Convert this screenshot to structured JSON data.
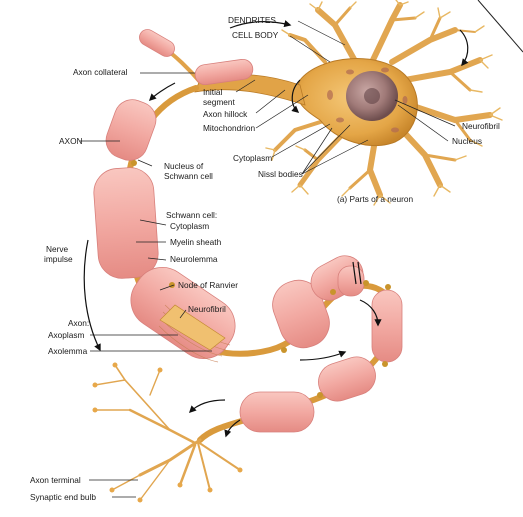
{
  "labels": {
    "dendrites": "DENDRITES",
    "cell_body": "CELL BODY",
    "axon_collateral": "Axon collateral",
    "initial_segment_1": "Initial",
    "initial_segment_2": "segment",
    "axon_hillock": "Axon hillock",
    "mitochondrion": "Mitochondrion",
    "neurofibril_top": "Neurofibril",
    "nucleus": "Nucleus",
    "axon": "AXON",
    "nucleus_schwann_1": "Nucleus of",
    "nucleus_schwann_2": "Schwann cell",
    "cytoplasm_body": "Cytoplasm",
    "nissl_bodies": "Nissl bodies",
    "caption": "(a) Parts of a neuron",
    "schwann_cell": "Schwann cell:",
    "schwann_cytoplasm": "Cytoplasm",
    "myelin_sheath": "Myelin sheath",
    "neurolemma": "Neurolemma",
    "nerve_impulse_1": "Nerve",
    "nerve_impulse_2": "impulse",
    "node_of_ranvier": "Node of Ranvier",
    "neurofibril_axon": "Neurofibril",
    "axon_heading": "Axon:",
    "axoplasm": "Axoplasm",
    "axolemma": "Axolemma",
    "axon_terminal": "Axon terminal",
    "synaptic_end_bulb": "Synaptic end bulb"
  },
  "colors": {
    "cell_body": "#e4a647",
    "dendrite": "#e9b25a",
    "nucleus": "#a07a78",
    "myelin": "#f2a9a2",
    "myelin_edge": "#d8807c",
    "axon_core": "#e7a84a",
    "node": "#c9942c",
    "leader": "#222222"
  },
  "icons": [
    "flow-arrow-icon",
    "axon-break-icon"
  ]
}
